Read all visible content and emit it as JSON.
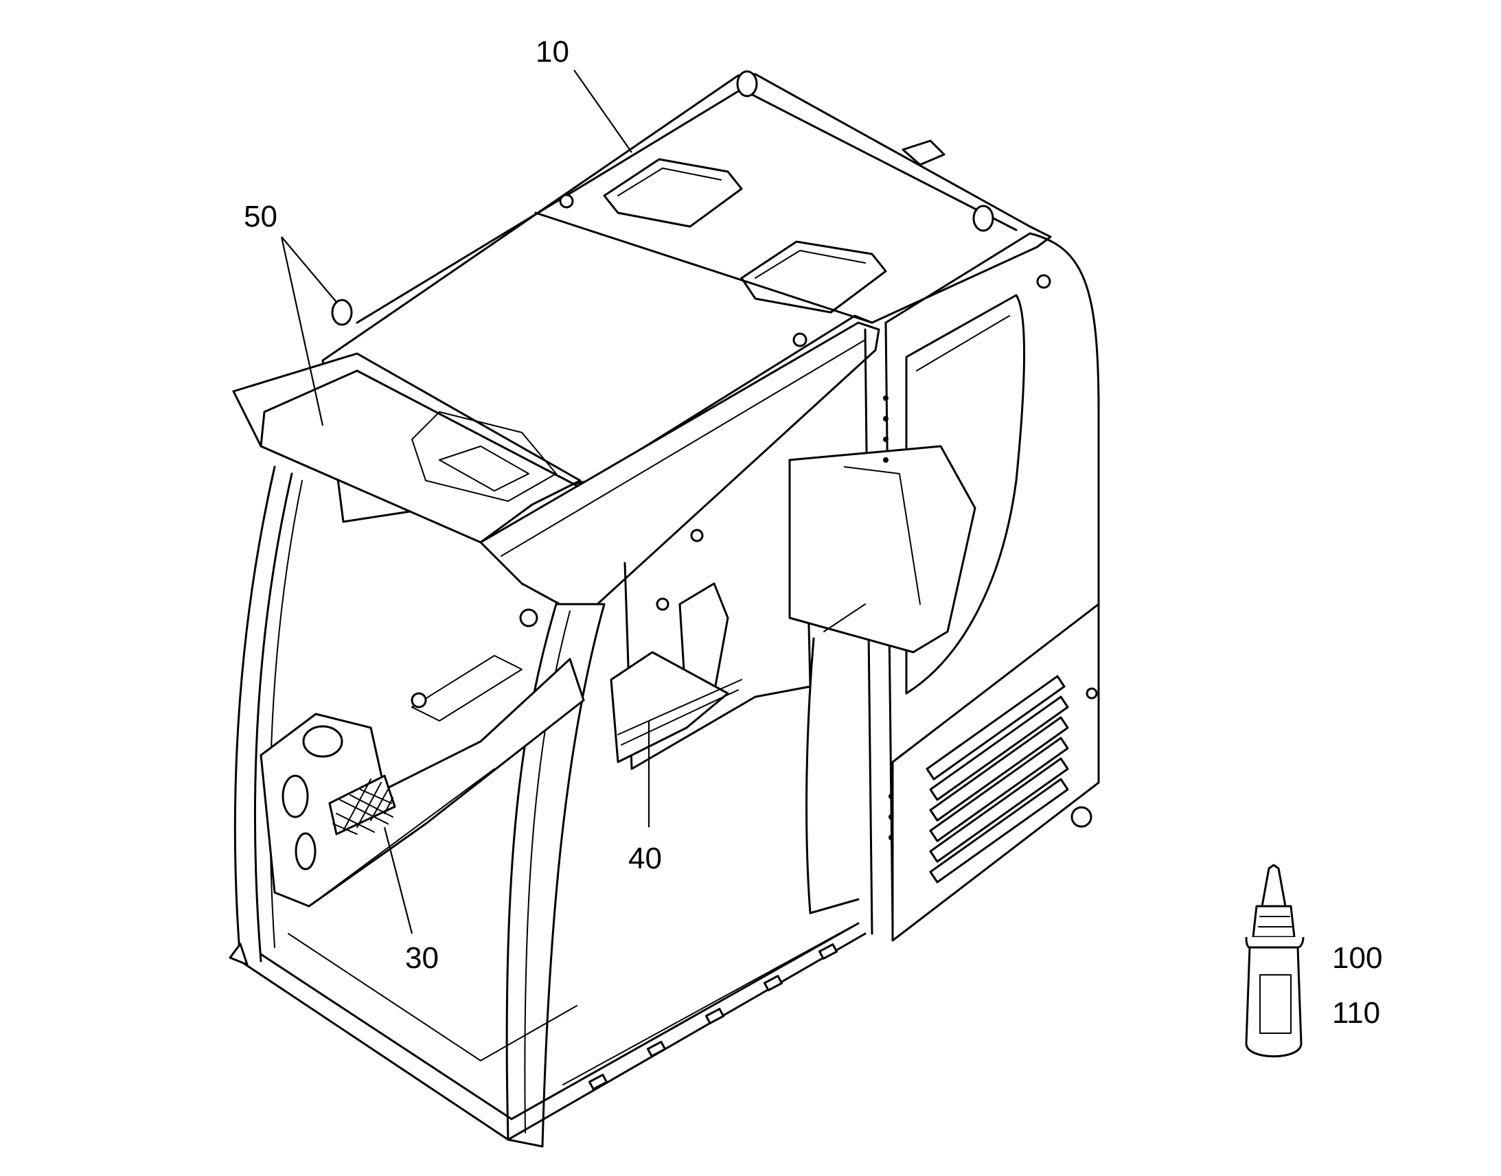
{
  "diagram": {
    "callouts": [
      {
        "id": "c10",
        "label": "10"
      },
      {
        "id": "c50",
        "label": "50"
      },
      {
        "id": "c40",
        "label": "40"
      },
      {
        "id": "c30",
        "label": "30"
      },
      {
        "id": "c100",
        "label": "100"
      },
      {
        "id": "c110",
        "label": "110"
      }
    ],
    "colors": {
      "line": "#000000",
      "background": "#ffffff"
    }
  }
}
